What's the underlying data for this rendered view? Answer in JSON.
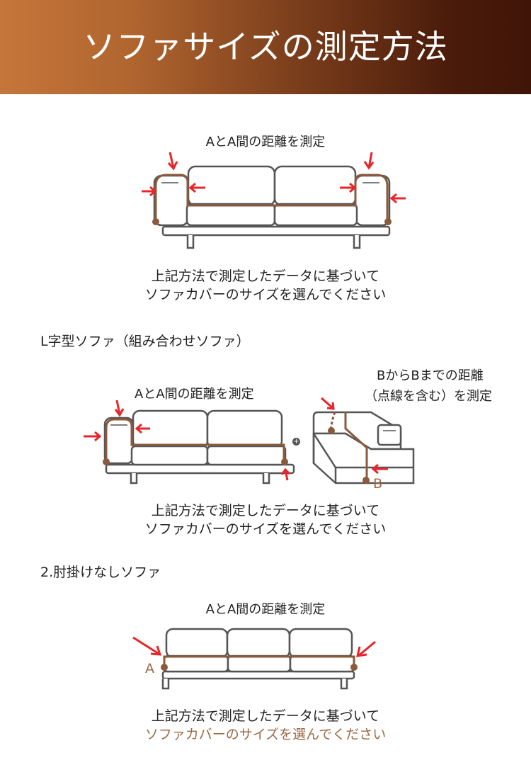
{
  "header": {
    "title": "ソファサイズの測定方法"
  },
  "section1": {
    "measure_label": "AとA間の距離を測定",
    "note_line1": "上記方法で測定したデータに基づいて",
    "note_line2": "ソファカバーのサイズを選んでください"
  },
  "section2": {
    "heading": "L字型ソファ（組み合わせソファ）",
    "measure_label": "AとA間の距離を測定",
    "corner_label_line1": "BからBまでの距離",
    "corner_label_line2": "（点線を含む）を測定",
    "point_label": "B",
    "note_line1": "上記方法で測定したデータに基づいて",
    "note_line2": "ソファカバーのサイズを選んでください"
  },
  "section3": {
    "heading": "2.肘掛けなしソファ",
    "measure_label": "AとA間の距離を測定",
    "point_label": "A",
    "note_line1": "上記方法で測定したデータに基づいて",
    "note_line2": "ソファカバーのサイズを選んでください"
  },
  "colors": {
    "arrow": "#e8252a",
    "measure_line": "#8b5a3c",
    "outline": "#555555",
    "accent_text": "#9b6a45"
  }
}
